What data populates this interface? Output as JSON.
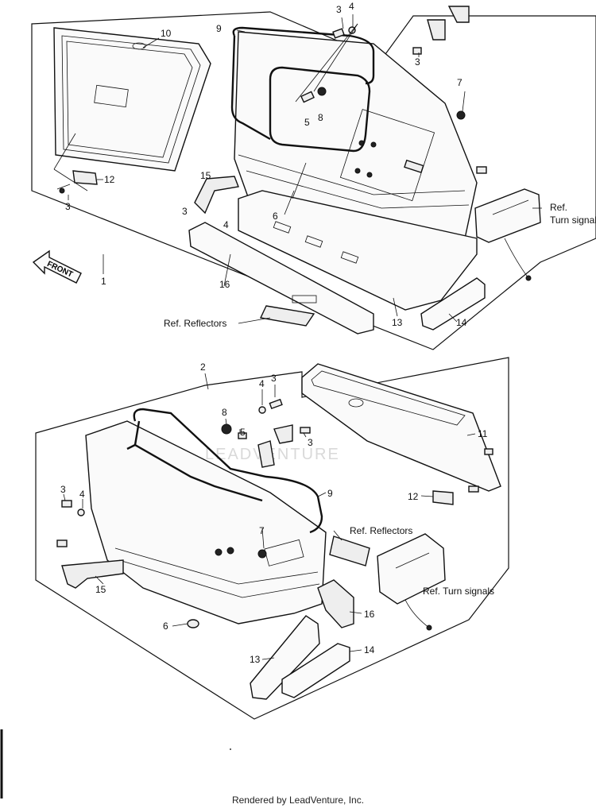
{
  "diagram": {
    "front_arrow": "FRONT",
    "watermark": "LEADVENTURE",
    "footer": "Rendered by LeadVenture, Inc.",
    "upper": {
      "labels": {
        "n1": "1",
        "n3a": "3",
        "n3b": "3",
        "n3c": "3",
        "n3d": "3",
        "n4a": "4",
        "n4b": "4",
        "n5": "5",
        "n6": "6",
        "n7": "7",
        "n8": "8",
        "n9": "9",
        "n10": "10",
        "n12": "12",
        "n13": "13",
        "n14": "14",
        "n15": "15",
        "n16": "16"
      },
      "ref_reflectors": "Ref. Reflectors",
      "ref_turn_a": "Ref.",
      "ref_turn_b": "Turn signals"
    },
    "lower": {
      "labels": {
        "n2": "2",
        "n3a": "3",
        "n3b": "3",
        "n3c": "3",
        "n4a": "4",
        "n4b": "4",
        "n5": "5",
        "n6": "6",
        "n7": "7",
        "n8": "8",
        "n9": "9",
        "n11": "11",
        "n12": "12",
        "n13": "13",
        "n14": "14",
        "n15": "15",
        "n16": "16"
      },
      "ref_reflectors": "Ref. Reflectors",
      "ref_turn": "Ref. Turn signals"
    }
  }
}
